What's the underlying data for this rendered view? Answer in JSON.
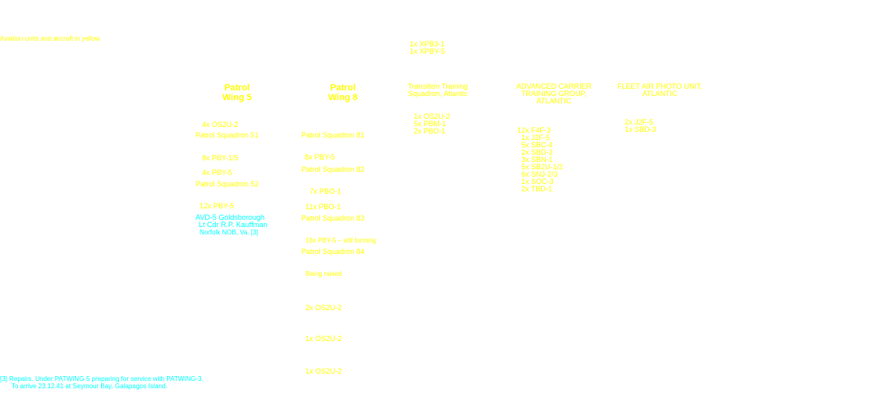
{
  "legend_note": "Aviation units and aircraft in yellow",
  "top_aircraft": [
    "1x XPB3-1",
    "1x XPBY-5"
  ],
  "patwing5": {
    "title_line1": "Patrol",
    "title_line2": "Wing 5",
    "aircraft_a": "4x OS2U-2",
    "squadron_51": "Patrol Squadron 51",
    "aircraft_b": "8x PBY-1/5",
    "aircraft_c": "4x PBY-5",
    "squadron_52": "Patrol Squadron 52",
    "aircraft_d": "12x PBY-5",
    "tender_name": "AVD-5 Goldsborough",
    "tender_cdr": "Lt Cdr R.P. Kauffman",
    "tender_loc": "Norfolk NOB, Va. [3]"
  },
  "patwing8": {
    "title_line1": "Patrol",
    "title_line2": "Wing 8",
    "squadron_81": "Patrol Squadron 81",
    "aircraft_a": "8x PBY-5",
    "squadron_82": "Patrol Squadron 82",
    "aircraft_b": "7x PBO-1",
    "aircraft_c": "11x PBO-1",
    "squadron_83": "Patrol Squadron 83",
    "aircraft_d": "18x PBY-5 – still forming",
    "squadron_84": "Patrol Squadron 84",
    "note": "Being raised",
    "aircraft_e": "2x OS2U-2",
    "aircraft_f": "1x OS2U-2",
    "aircraft_g": "1x OS2U-2"
  },
  "transition": {
    "title_line1": "Transition Training",
    "title_line2": "Squadron, Atlantic",
    "aircraft": [
      "1x OS2U-2",
      "5x PBM-1",
      "2x PBO-1"
    ]
  },
  "acta": {
    "title_line1": "ADVANCED CARRIER",
    "title_line2": "TRAINING GROUP,",
    "title_line3": "ATLANTIC",
    "aircraft": [
      "12x F4F-3",
      "1x J2F-5",
      "5x SBC-4",
      "2x SBD-3",
      "3x SBN-1",
      "5x SB2U-1/2",
      "6x SNJ-2/3",
      "1x SOC-3",
      "2x TBD-1"
    ]
  },
  "photo": {
    "title_line1": "FLEET AIR PHOTO UNIT,",
    "title_line2": "ATLANTIC",
    "aircraft": [
      "2x J2F-5",
      "1x SBD-3"
    ]
  },
  "footnote": {
    "line1": "[3] Repairs. Under PATWING-5 preparing for service with PATWING-3.",
    "line2": "To arrive 23.12.41 at Seymour Bay, Galapagos Island."
  },
  "colors": {
    "aviation": "#ffff00",
    "naval": "#00ffff",
    "background": "#ffffff"
  }
}
